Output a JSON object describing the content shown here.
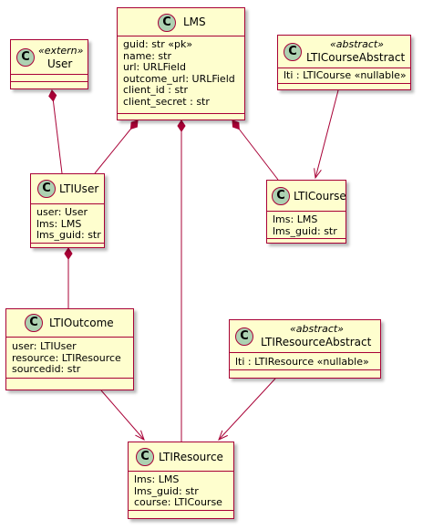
{
  "classes": {
    "user": {
      "stereotype": "«extern»",
      "name": "User",
      "attributes": []
    },
    "lms": {
      "name": "LMS",
      "attributes": [
        "guid: str «pk»",
        "name: str",
        "url: URLField",
        "outcome_url: URLField",
        "client_id : str",
        "client_secret : str"
      ]
    },
    "lticourseabstract": {
      "stereotype": "«abstract»",
      "name": "LTICourseAbstract",
      "attributes": [
        "lti : LTICourse «nullable»"
      ]
    },
    "ltiuser": {
      "name": "LTIUser",
      "attributes": [
        "user: User",
        "lms: LMS",
        "lms_guid: str"
      ]
    },
    "lticourse": {
      "name": "LTICourse",
      "attributes": [
        "lms: LMS",
        "lms_guid: str"
      ]
    },
    "ltioutcome": {
      "name": "LTIOutcome",
      "attributes": [
        "user: LTIUser",
        "resource: LTIResource",
        "sourcedid: str"
      ]
    },
    "ltiresourceabstract": {
      "stereotype": "«abstract»",
      "name": "LTIResourceAbstract",
      "attributes": [
        "lti : LTIResource «nullable»"
      ]
    },
    "ltiresource": {
      "name": "LTIResource",
      "attributes": [
        "lms: LMS",
        "lms_guid: str",
        "course: LTICourse"
      ]
    }
  },
  "relations": [
    {
      "from": "user",
      "to": "ltiuser",
      "kind": "composition"
    },
    {
      "from": "lms",
      "to": "ltiuser",
      "kind": "composition"
    },
    {
      "from": "lms",
      "to": "ltiresource",
      "kind": "composition"
    },
    {
      "from": "lms",
      "to": "lticourse",
      "kind": "composition"
    },
    {
      "from": "lticourseabstract",
      "to": "lticourse",
      "kind": "dependency"
    },
    {
      "from": "ltiuser",
      "to": "ltioutcome",
      "kind": "composition"
    },
    {
      "from": "ltioutcome",
      "to": "ltiresource",
      "kind": "dependency"
    },
    {
      "from": "ltiresourceabstract",
      "to": "ltiresource",
      "kind": "dependency"
    }
  ],
  "colors": {
    "class_fill": "#FEFECE",
    "class_border": "#A80036",
    "class_icon_fill": "#ADD1B2",
    "line": "#A80036"
  },
  "icon": "C"
}
